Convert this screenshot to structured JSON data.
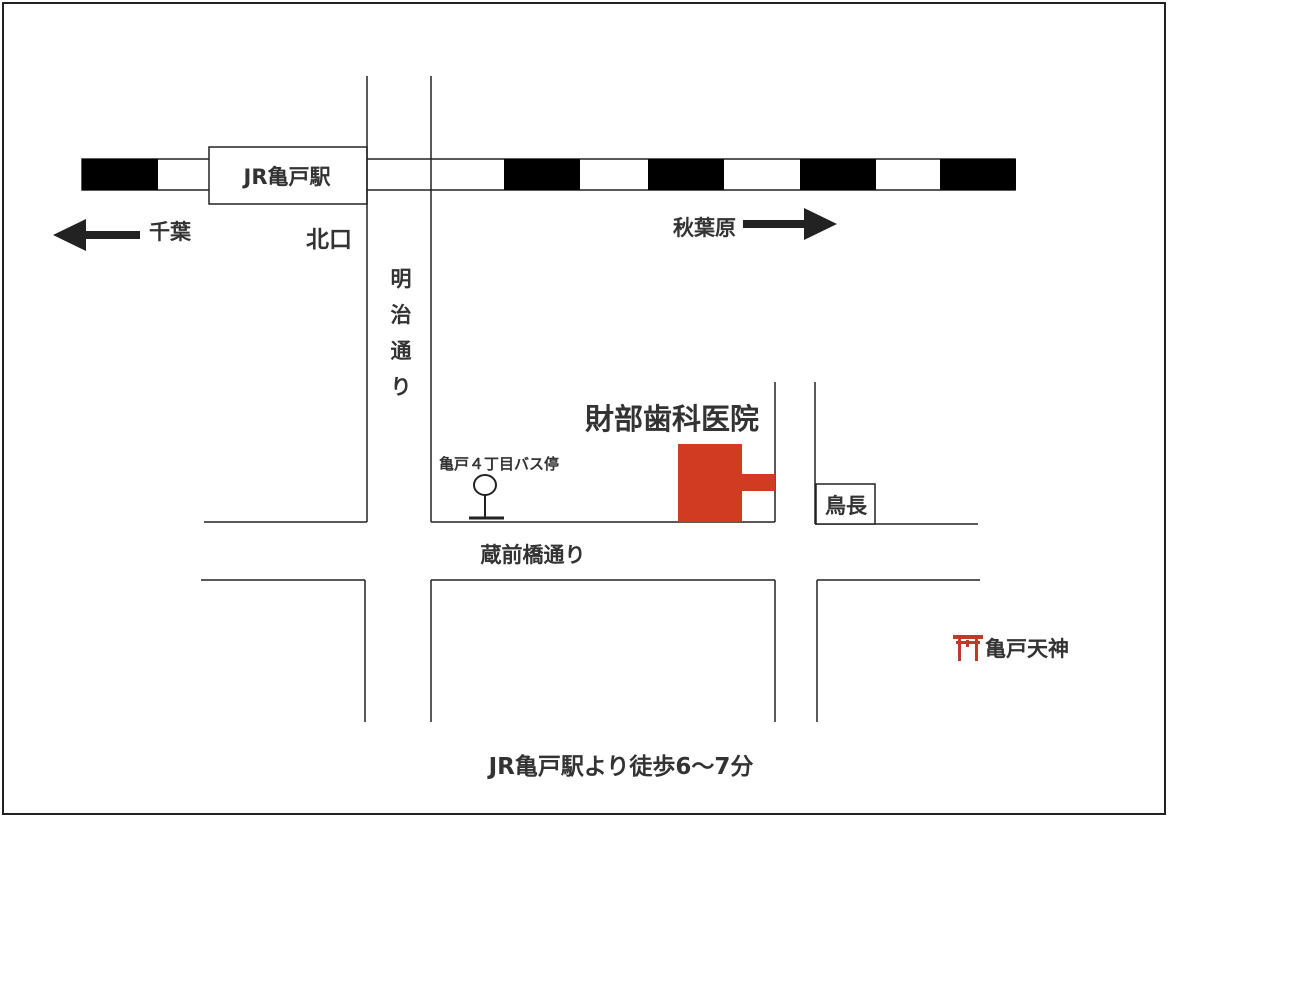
{
  "labels": {
    "station": "JR亀戸駅",
    "north_exit": "北口",
    "direction_left": "千葉",
    "direction_right": "秋葉原",
    "meiji_street": [
      "明",
      "治",
      "通",
      "り"
    ],
    "clinic": "財部歯科医院",
    "bus_stop": "亀戸４丁目バス停",
    "torichou": "鳥長",
    "kuramae_street": "蔵前橋通り",
    "shrine": "亀戸天神",
    "walk_time": "JR亀戸駅より徒歩6〜7分"
  },
  "icons": {
    "bus_stop": "bus-stop-icon",
    "shrine": "torii-icon",
    "arrow_left": "arrow-left-icon",
    "arrow_right": "arrow-right-icon"
  },
  "colors": {
    "clinic": "#d13b22",
    "shrine": "#c0392b",
    "line": "#222222",
    "text": "#333333"
  }
}
